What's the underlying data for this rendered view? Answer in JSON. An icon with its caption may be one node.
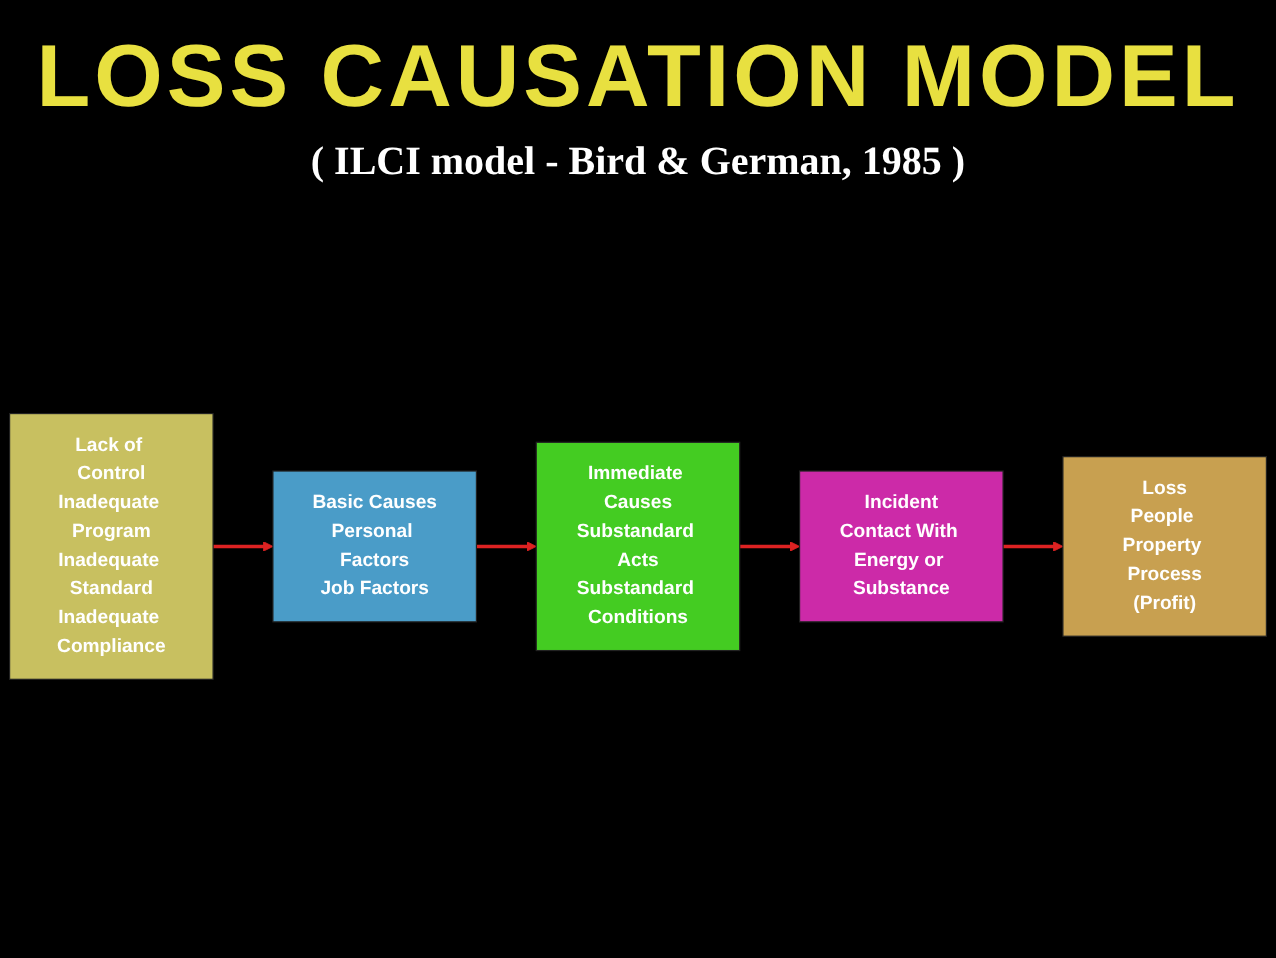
{
  "diagram": {
    "title": "LOSS CAUSATION MODEL",
    "caption": "( ILCI model - Bird & German, 1985 )",
    "nodes": [
      {
        "text": [
          "Lack of Control",
          "Inadequate Program",
          "Inadequate Standard",
          "Inadequate Compliance"
        ]
      },
      {
        "text": [
          "Basic Causes",
          "Personal Factors",
          "Job Factors"
        ]
      },
      {
        "text": [
          "Immediate Causes",
          "Substandard Acts",
          "Substandard Conditions"
        ]
      },
      {
        "text": [
          "Incident",
          "Contact With Energy or Substance"
        ]
      },
      {
        "text": [
          "Loss",
          "People Property Process",
          "(Profit)"
        ]
      }
    ],
    "edges": [
      {
        "from": 0,
        "to": 1,
        "arrow": "to"
      },
      {
        "from": 1,
        "to": 2,
        "arrow": "to"
      },
      {
        "from": 2,
        "to": 3,
        "arrow": "to"
      },
      {
        "from": 3,
        "to": 4,
        "arrow": "to"
      }
    ]
  }
}
